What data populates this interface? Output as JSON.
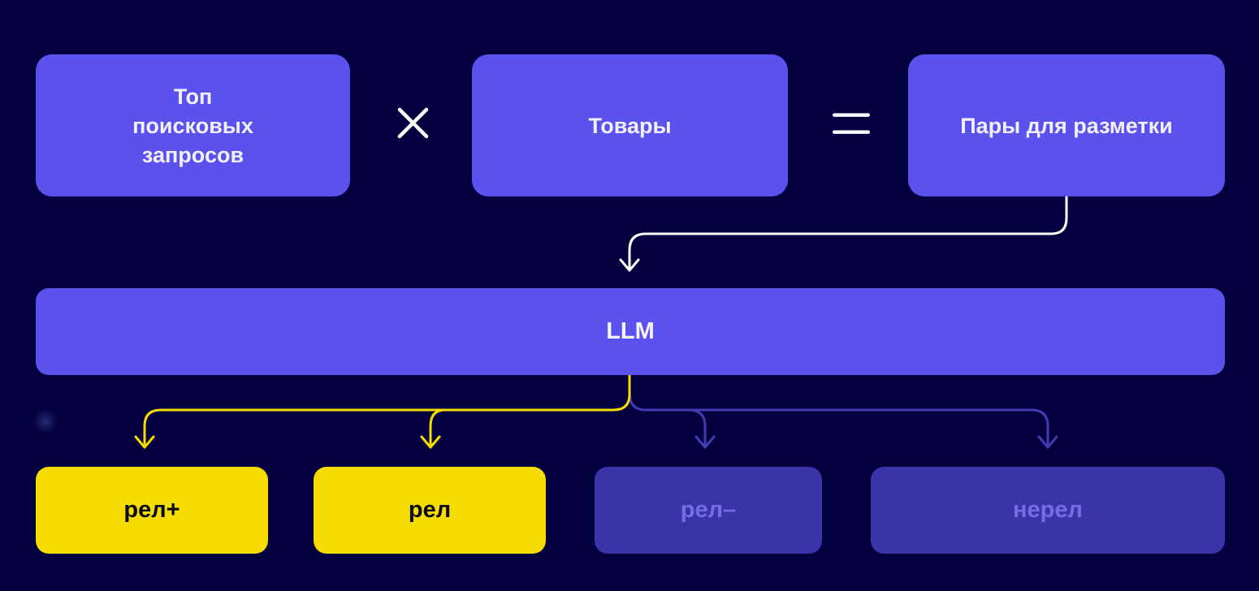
{
  "diagram": {
    "title_semantics": "LLM relevance labeling pipeline",
    "top_row": {
      "queries_box": {
        "label": "Топ\nпоисковых\nзапросов"
      },
      "multiply_operator": "×",
      "products_box": {
        "label": "Товары"
      },
      "equals_operator": "=",
      "pairs_box": {
        "label": "Пары для разметки"
      }
    },
    "llm_box": {
      "label": "LLM"
    },
    "outputs": [
      {
        "label": "рел+",
        "variant": "yellow"
      },
      {
        "label": "рел",
        "variant": "yellow"
      },
      {
        "label": "рел–",
        "variant": "indigo"
      },
      {
        "label": "нерел",
        "variant": "indigo"
      }
    ],
    "colors": {
      "background": "#04003F",
      "node_purple": "#5B51EC",
      "node_yellow": "#F6DC00",
      "node_indigo": "#3B33A8",
      "indigo_label_text": "#756CE8",
      "light_label_text": "#F1F0FC",
      "dark_label_text": "#0A0A14",
      "arrow_white": "#FFFFFF",
      "arrow_yellow": "#F6DC00",
      "arrow_indigo": "#443BB4",
      "operator": "#FFFFFF"
    }
  }
}
